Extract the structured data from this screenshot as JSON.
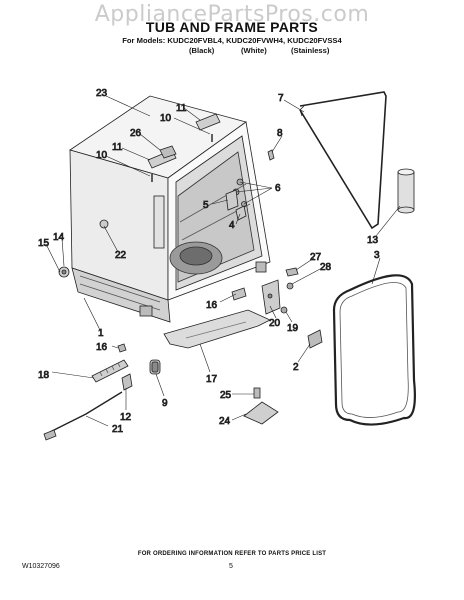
{
  "watermark": "AppliancePartsPros.com",
  "header": {
    "title": "TUB AND FRAME PARTS",
    "models_line": "For Models: KUDC20FVBL4, KUDC20FVWH4, KUDC20FVSS4",
    "color_black": "(Black)",
    "color_white": "(White)",
    "color_stainless": "(Stainless)"
  },
  "callouts": [
    {
      "id": "c23",
      "label": "23"
    },
    {
      "id": "c11a",
      "label": "11"
    },
    {
      "id": "c10a",
      "label": "10"
    },
    {
      "id": "c26",
      "label": "26"
    },
    {
      "id": "c11b",
      "label": "11"
    },
    {
      "id": "c10b",
      "label": "10"
    },
    {
      "id": "c7",
      "label": "7"
    },
    {
      "id": "c8",
      "label": "8"
    },
    {
      "id": "c6",
      "label": "6"
    },
    {
      "id": "c5",
      "label": "5"
    },
    {
      "id": "c4",
      "label": "4"
    },
    {
      "id": "c14",
      "label": "14"
    },
    {
      "id": "c15",
      "label": "15"
    },
    {
      "id": "c22",
      "label": "22"
    },
    {
      "id": "c13",
      "label": "13"
    },
    {
      "id": "c3",
      "label": "3"
    },
    {
      "id": "c27",
      "label": "27"
    },
    {
      "id": "c28",
      "label": "28"
    },
    {
      "id": "c1",
      "label": "1"
    },
    {
      "id": "c16a",
      "label": "16"
    },
    {
      "id": "c20",
      "label": "20"
    },
    {
      "id": "c19",
      "label": "19"
    },
    {
      "id": "c16b",
      "label": "16"
    },
    {
      "id": "c2",
      "label": "2"
    },
    {
      "id": "c18",
      "label": "18"
    },
    {
      "id": "c9",
      "label": "9"
    },
    {
      "id": "c17",
      "label": "17"
    },
    {
      "id": "c12",
      "label": "12"
    },
    {
      "id": "c25",
      "label": "25"
    },
    {
      "id": "c24",
      "label": "24"
    },
    {
      "id": "c21",
      "label": "21"
    }
  ],
  "footer": {
    "note": "FOR ORDERING INFORMATION REFER TO PARTS PRICE LIST",
    "doc_number": "W10327096",
    "page_number": "5"
  }
}
